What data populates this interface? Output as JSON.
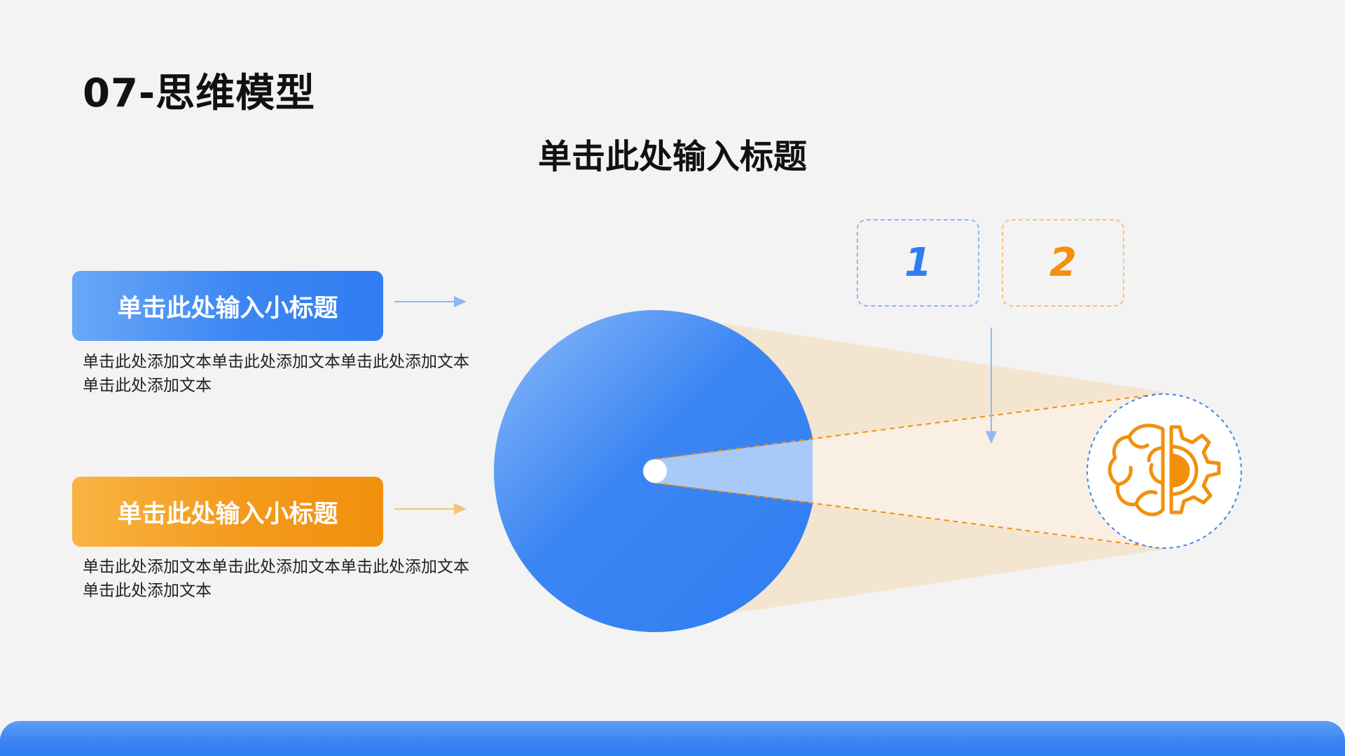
{
  "page": {
    "section_title": "07-思维模型",
    "main_title": "单击此处输入标题"
  },
  "items": [
    {
      "subtitle": "单击此处输入小标题",
      "text": "单击此处添加文本单击此处添加文本单击此处添加文本单击此处添加文本",
      "color": "#2f7df2"
    },
    {
      "subtitle": "单击此处输入小标题",
      "text": "单击此处添加文本单击此处添加文本单击此处添加文本单击此处添加文本",
      "color": "#f2900c"
    }
  ],
  "labels": {
    "label_1": "1",
    "label_2": "2"
  },
  "icons": {
    "center_icon": "brain-gear-icon"
  },
  "colors": {
    "blue": "#2f7df2",
    "orange": "#f2900c",
    "background": "#f3f3f3"
  }
}
